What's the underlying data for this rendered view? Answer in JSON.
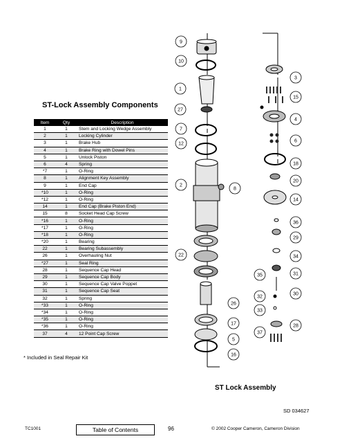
{
  "title": "ST-Lock Assembly Components",
  "table": {
    "headers": [
      "Item",
      "Qty",
      "Description"
    ],
    "rows": [
      [
        "1",
        "1",
        "Stem and Locking Wedge Assembly"
      ],
      [
        "2",
        "1",
        "Locking Cylinder"
      ],
      [
        "3",
        "1",
        "Brake Hub"
      ],
      [
        "4",
        "1",
        "Brake Ring with Dowel Pins"
      ],
      [
        "5",
        "1",
        "Unlock Piston"
      ],
      [
        "6",
        "4",
        "Spring"
      ],
      [
        "*7",
        "1",
        "O-Ring"
      ],
      [
        "8",
        "1",
        "Alignment Key Assembly"
      ],
      [
        "9",
        "1",
        "End Cap"
      ],
      [
        "*10",
        "1",
        "O-Ring"
      ],
      [
        "*12",
        "1",
        "O-Ring"
      ],
      [
        "14",
        "1",
        "End Cap (Brake Piston End)"
      ],
      [
        "15",
        "8",
        "Socket Head Cap Screw"
      ],
      [
        "*16",
        "1",
        "O-Ring"
      ],
      [
        "*17",
        "1",
        "O-Ring"
      ],
      [
        "*18",
        "1",
        "O-Ring"
      ],
      [
        "*20",
        "1",
        "Bearing"
      ],
      [
        "22",
        "1",
        "Bearing Subassembly"
      ],
      [
        "26",
        "1",
        "Overhauling Nut"
      ],
      [
        "*27",
        "1",
        "Seal Ring"
      ],
      [
        "28",
        "1",
        "Sequence Cap Head"
      ],
      [
        "29",
        "1",
        "Sequence Cap Body"
      ],
      [
        "30",
        "1",
        "Sequence Cap Valve Poppet"
      ],
      [
        "31",
        "1",
        "Sequence Cap Seat"
      ],
      [
        "32",
        "1",
        "Spring"
      ],
      [
        "*33",
        "1",
        "O-Ring"
      ],
      [
        "*34",
        "1",
        "O-Ring"
      ],
      [
        "*35",
        "1",
        "O-Ring"
      ],
      [
        "*36",
        "1",
        "O-Ring"
      ],
      [
        "37",
        "4",
        "12 Point Cap Screw"
      ]
    ]
  },
  "note": "* Included in Seal Repair Kit",
  "callouts": [
    "9",
    "10",
    "1",
    "27",
    "7",
    "12",
    "2",
    "8",
    "22",
    "26",
    "17",
    "5",
    "16",
    "3",
    "15",
    "4",
    "6",
    "18",
    "20",
    "14",
    "36",
    "29",
    "34",
    "31",
    "35",
    "32",
    "33",
    "30",
    "37",
    "28"
  ],
  "assembly_label": "ST Lock Assembly",
  "sd_number": "SD 034627",
  "footer": {
    "doc_code": "TC1001",
    "toc_label": "Table of Contents",
    "page_number": "96",
    "copyright": "© 2002 Cooper Cameron, Cameron Division"
  }
}
